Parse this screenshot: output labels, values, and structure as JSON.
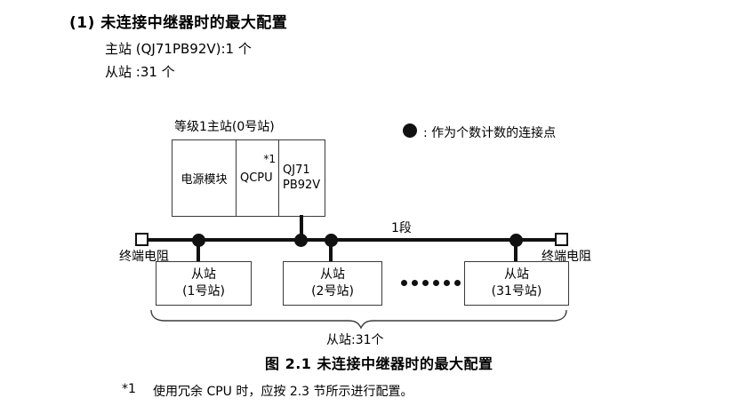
{
  "header": {
    "title": "(1) 未连接中继器时的最大配置",
    "master_count_line": "主站 (QJ71PB92V):1 个",
    "slave_count_line": "从站 :31 个"
  },
  "diagram": {
    "master_station_label": "等级1主站(0号站)",
    "master_modules": {
      "power_supply": "电源模块",
      "cpu": "QCPU",
      "cpu_footnote_ref": "*1",
      "profibus_module": "QJ71\nPB92V"
    },
    "legend": {
      "icon": "filled-circle-connection-point",
      "text": ": 作为个数计数的连接点"
    },
    "segment_label": "1段",
    "terminator_left_label": "终端电阻",
    "terminator_right_label": "终端电阻",
    "slave_stations": [
      "从站\n(1号站)",
      "从站\n(2号站)",
      "从站\n(31号站)"
    ],
    "slave_total_label": "从站:31个"
  },
  "caption": "图 2.1 未连接中继器时的最大配置",
  "footnote": {
    "marker": "*1",
    "text": "使用冗余 CPU 时，应按 2.3 节所示进行配置。"
  },
  "colors": {
    "line": "#111111",
    "box_border": "#3a3a3a",
    "text": "#000000",
    "background": "#ffffff"
  }
}
